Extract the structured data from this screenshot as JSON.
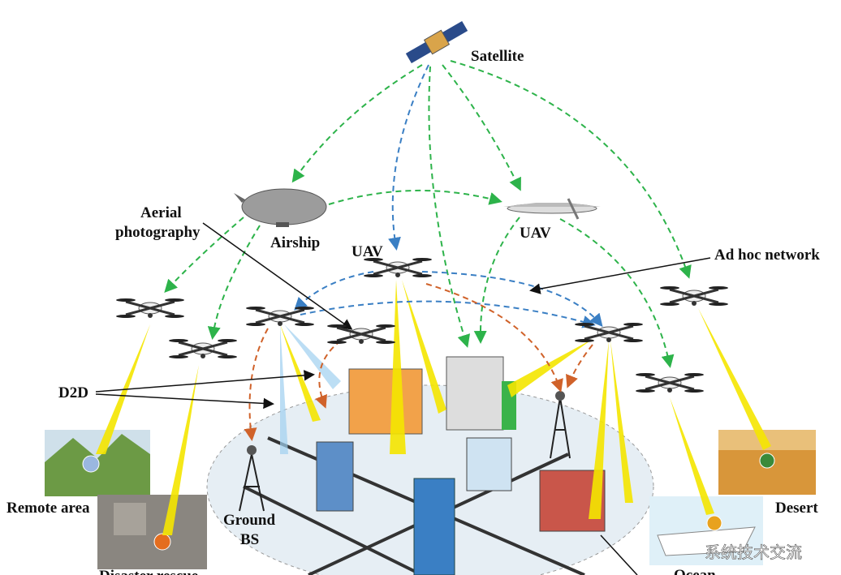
{
  "labels": {
    "satellite": "Satellite",
    "aerial_photography_1": "Aerial",
    "aerial_photography_2": "photography",
    "airship": "Airship",
    "uav_left": "UAV",
    "uav_right": "UAV",
    "ad_hoc_network": "Ad hoc network",
    "d2d": "D2D",
    "remote_area": "Remote area",
    "disaster_rescue": "Disaster rescue",
    "ground_bs_1": "Ground",
    "ground_bs_2": "BS",
    "desert": "Desert",
    "ocean": "Ocean"
  },
  "watermark": "系统技术交流",
  "colors": {
    "satellite_link": "#2db34a",
    "uav_link": "#3a7fc4",
    "ground_link": "#d0622a",
    "beam": "#f5e600"
  }
}
